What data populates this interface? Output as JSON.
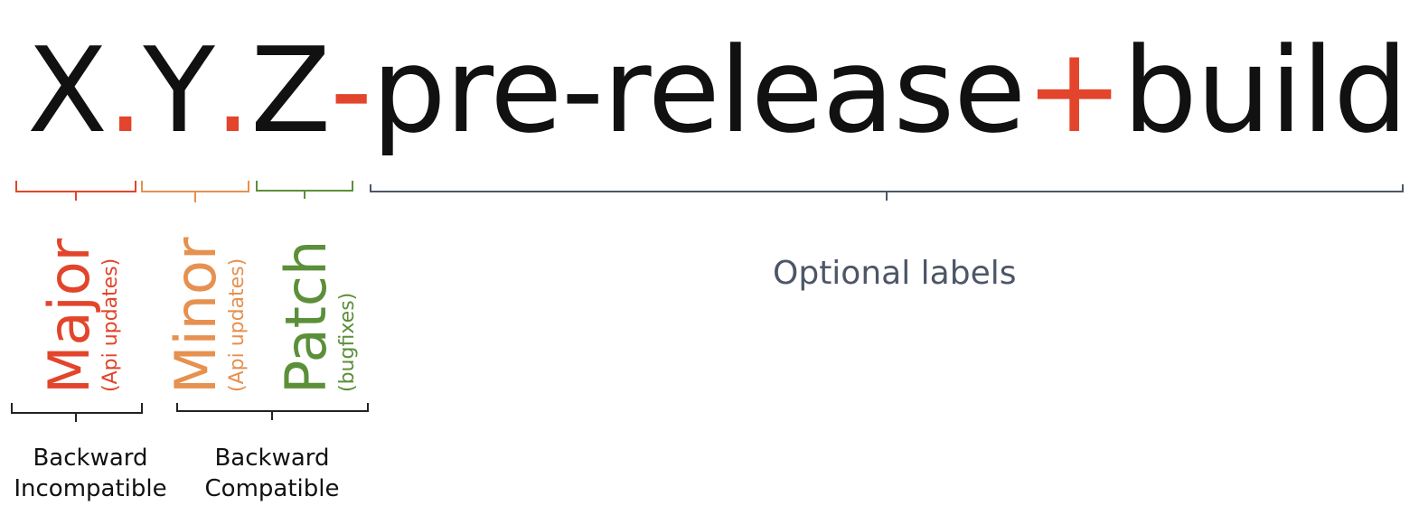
{
  "colors": {
    "text": "#111111",
    "separator": "#e2452b",
    "major": "#e2452b",
    "minor": "#e69150",
    "patch": "#5c8f3a",
    "optional": "#4d5668",
    "compat_bracket": "#222222"
  },
  "title": {
    "x": "X",
    "dot1": ".",
    "y": "Y",
    "dot2": ".",
    "z": "Z",
    "dash": "-",
    "pre_release": "pre-release",
    "plus": "+",
    "build": "build"
  },
  "labels": {
    "major": {
      "name": "Major",
      "note": "(Api updates)"
    },
    "minor": {
      "name": "Minor",
      "note": "(Api updates)"
    },
    "patch": {
      "name": "Patch",
      "note": "(bugfixes)"
    },
    "optional": "Optional labels"
  },
  "compatibility": {
    "incompatible": {
      "line1": "Backward",
      "line2": "Incompatible"
    },
    "compatible": {
      "line1": "Backward",
      "line2": "Compatible"
    }
  }
}
